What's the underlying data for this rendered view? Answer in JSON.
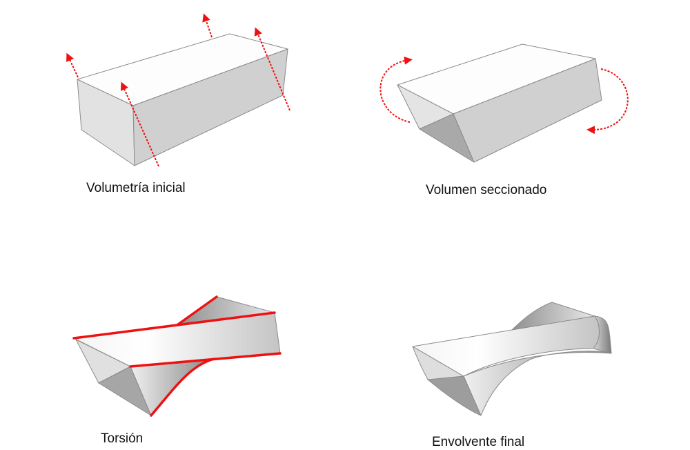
{
  "labels": {
    "initial_volume": "Volumetría inicial",
    "sectioned_volume": "Volumen seccionado",
    "torsion": "Torsión",
    "final_envelope": "Envolvente final"
  },
  "colors": {
    "accent_red": "#ee1111",
    "face_light": "#e4e4e4",
    "face_mid": "#cfcfcf",
    "face_dark": "#a9a9a9",
    "edge": "#8a8a8a"
  }
}
